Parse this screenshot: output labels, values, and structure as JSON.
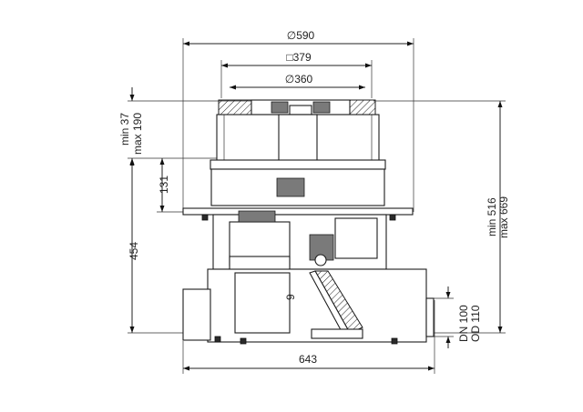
{
  "dimensions": {
    "d590": "∅590",
    "sq379": "□379",
    "d360": "∅360",
    "min37": "min 37",
    "max190": "max 190",
    "d131": "131",
    "d454": "454",
    "d9": "9",
    "min516": "min 516",
    "max669": "max 669",
    "dn100": "DN 100",
    "od110": "OD 110",
    "d643": "643"
  }
}
